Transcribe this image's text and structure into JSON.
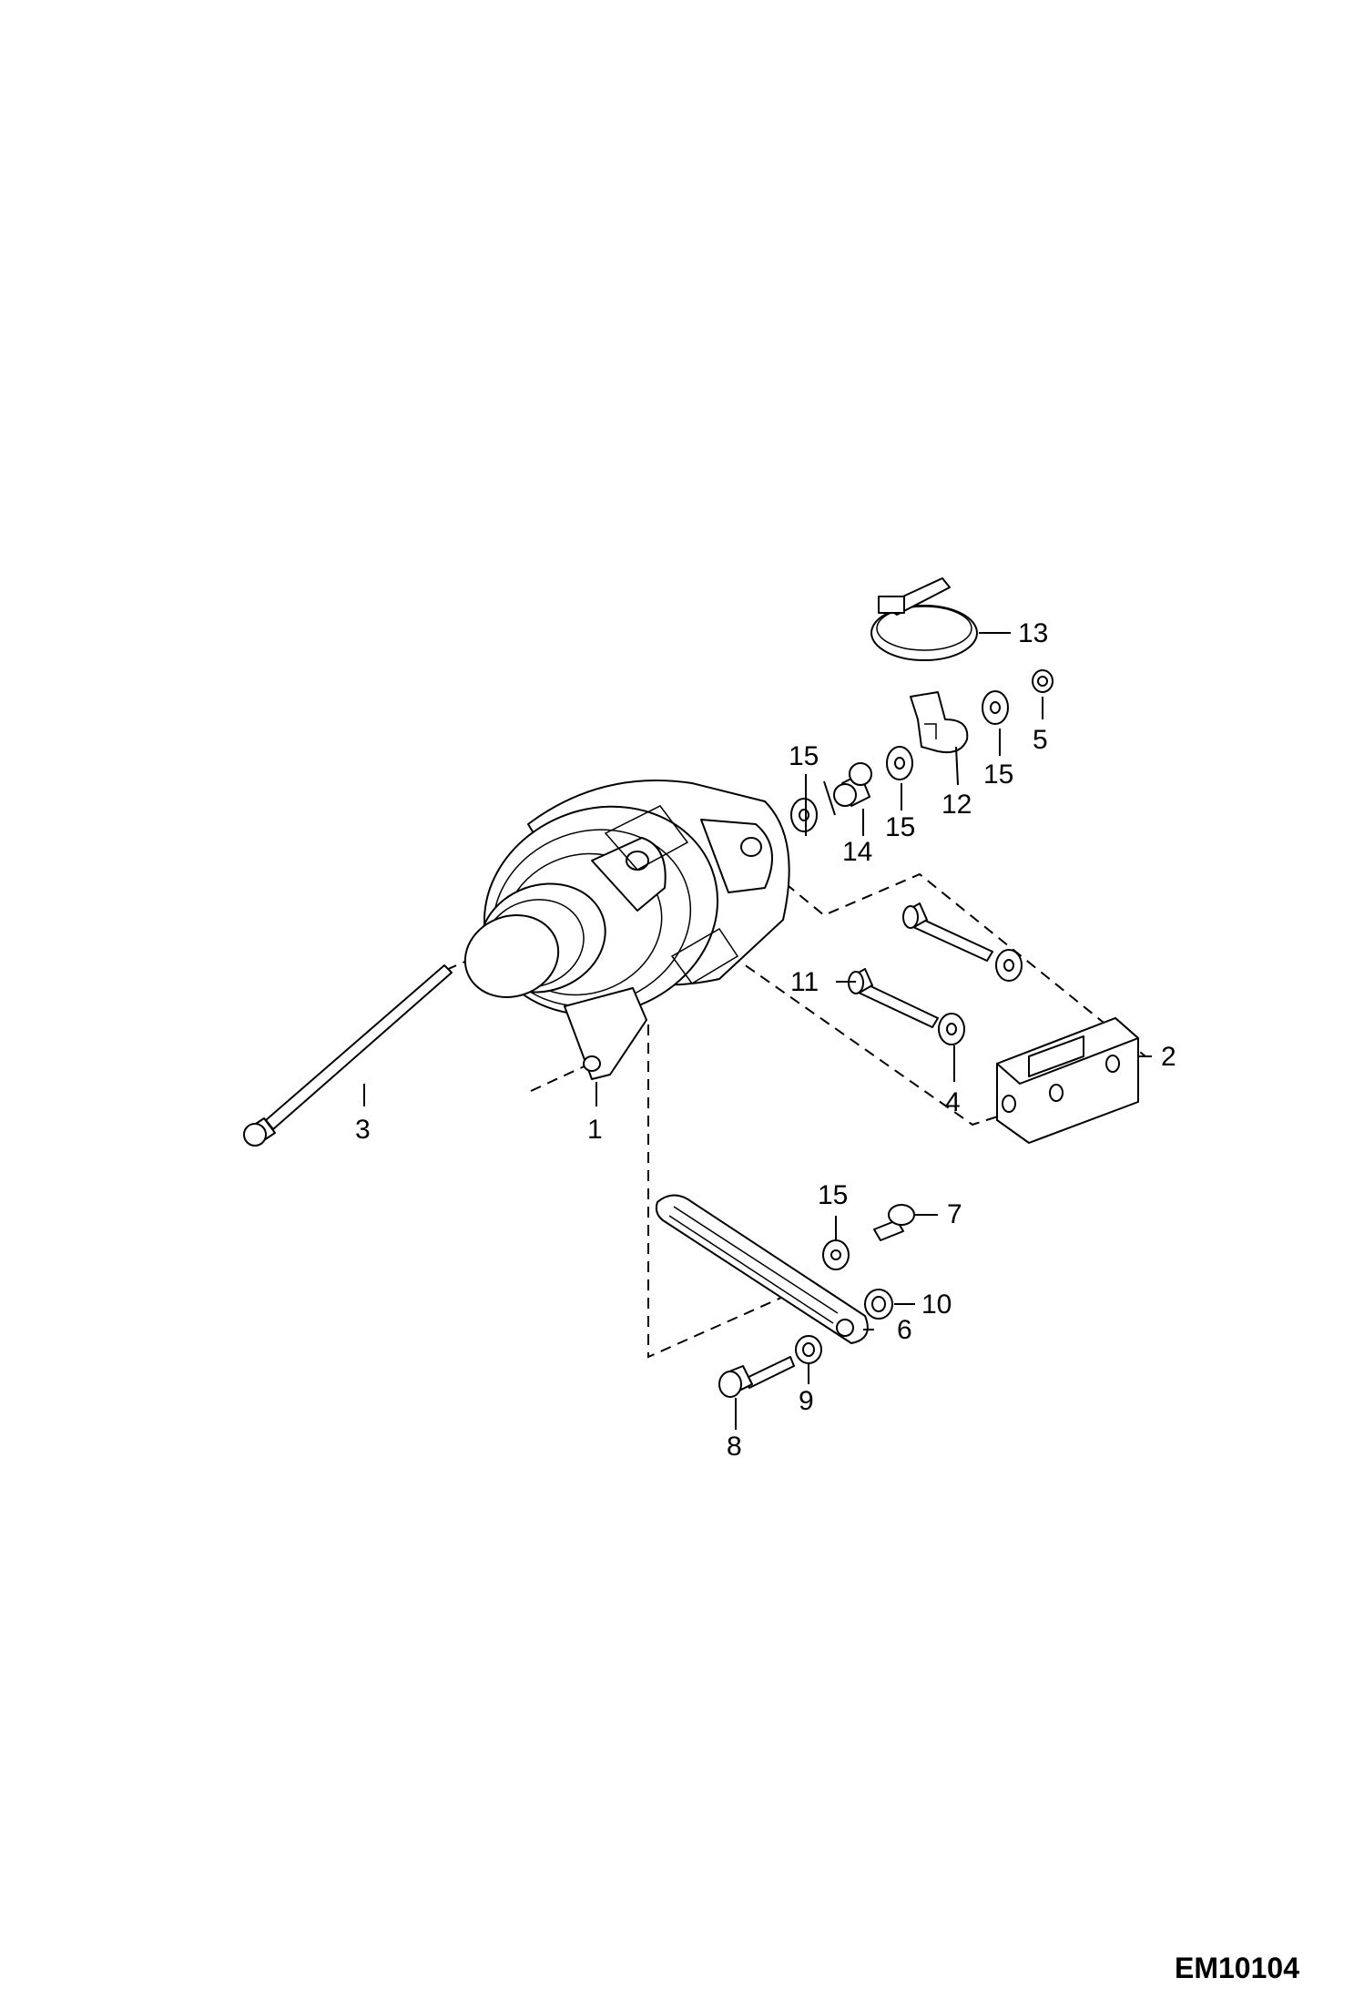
{
  "drawing_code": "EM10104",
  "callouts": {
    "c1": "1",
    "c2": "2",
    "c3": "3",
    "c4": "4",
    "c5": "5",
    "c6": "6",
    "c7": "7",
    "c8": "8",
    "c9": "9",
    "c10": "10",
    "c11": "11",
    "c12": "12",
    "c13": "13",
    "c14": "14",
    "c15a": "15",
    "c15b": "15",
    "c15c": "15",
    "c15d": "15"
  }
}
